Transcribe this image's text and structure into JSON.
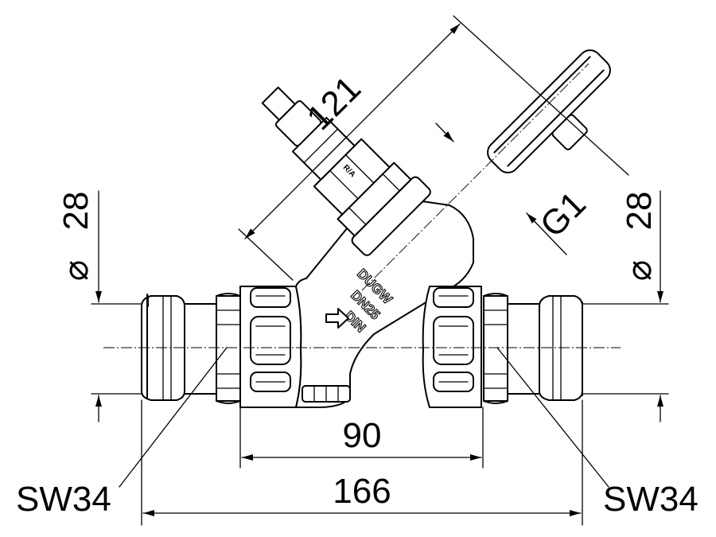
{
  "dimensions": {
    "overall_length": "166",
    "body_length": "90",
    "height_to_handwheel": "121",
    "spindle_thread": "G1",
    "pipe_diameter_left": "28",
    "pipe_diameter_right": "28",
    "wrench_size_left": "SW34",
    "wrench_size_right": "SW34",
    "diameter_symbol": "⌀"
  },
  "body_marking": {
    "line1": "DUGW",
    "line2": "DN25",
    "line3": "DIN"
  },
  "bonnet_marking": "R/A"
}
